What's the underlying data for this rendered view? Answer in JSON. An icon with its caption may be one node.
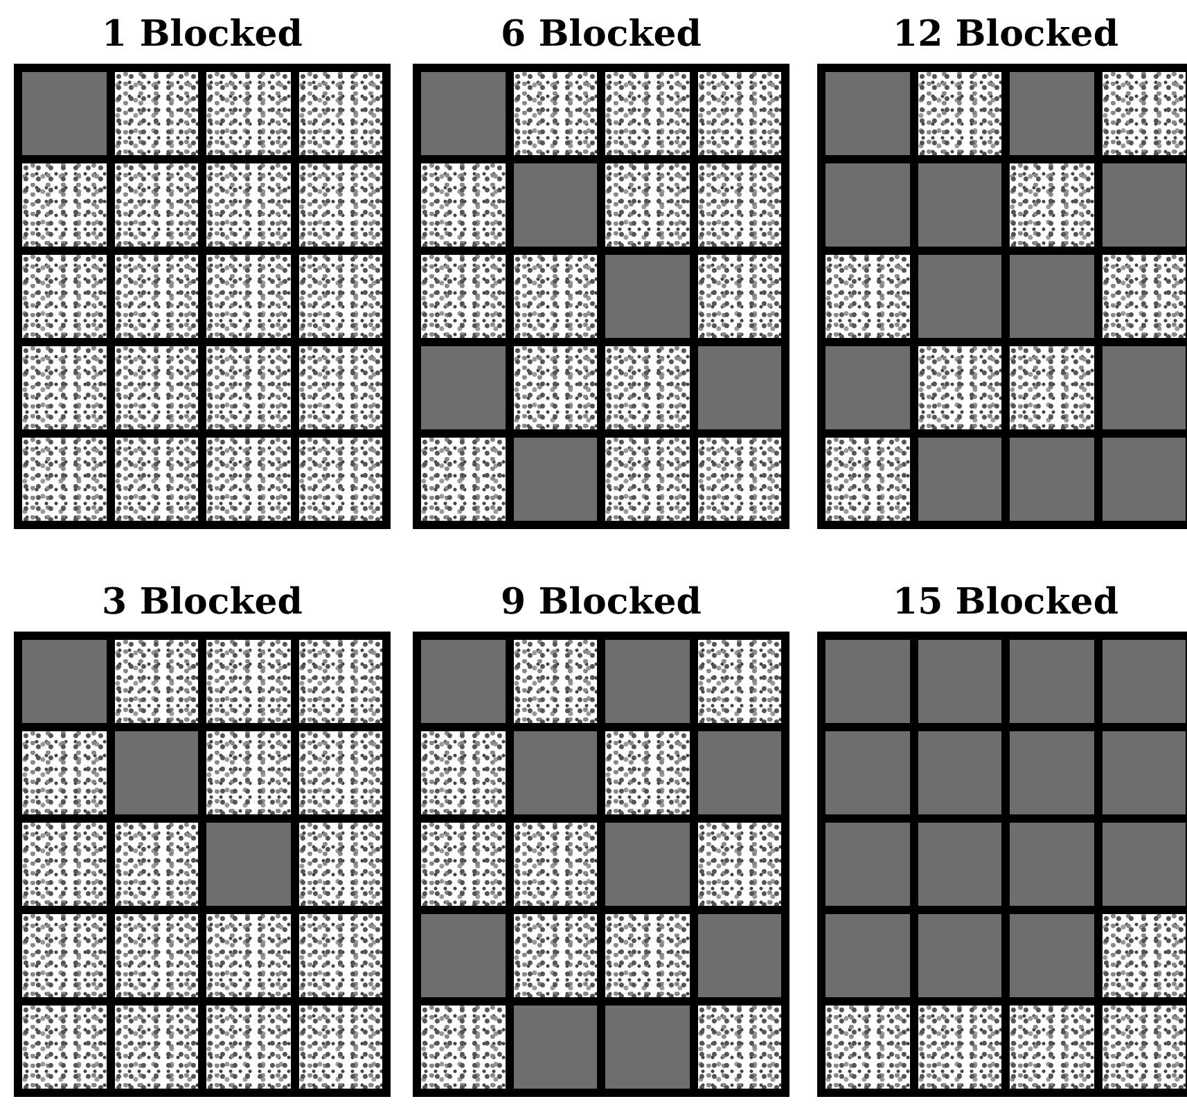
{
  "diagram": {
    "nodes": [
      {
        "text": [
          "1 Blocked"
        ]
      },
      {
        "text": [
          "6 Blocked"
        ]
      },
      {
        "text": [
          "12 Blocked"
        ]
      },
      {
        "text": [
          "3 Blocked"
        ]
      },
      {
        "text": [
          "9 Blocked"
        ]
      },
      {
        "text": [
          "15 Blocked"
        ]
      }
    ]
  }
}
